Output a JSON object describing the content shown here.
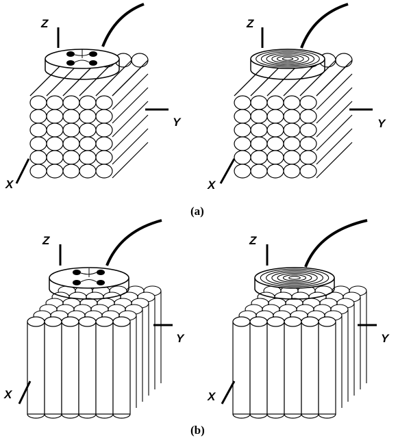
{
  "axes": {
    "x": "X",
    "y": "Y",
    "z": "Z"
  },
  "captions": {
    "a": "(a)",
    "b": "(b)"
  },
  "panels": [
    {
      "id": "a-left",
      "fibers": "horizontal",
      "probe": "dots"
    },
    {
      "id": "a-right",
      "fibers": "horizontal",
      "probe": "rings"
    },
    {
      "id": "b-left",
      "fibers": "vertical",
      "probe": "dots"
    },
    {
      "id": "b-right",
      "fibers": "vertical",
      "probe": "rings"
    }
  ]
}
